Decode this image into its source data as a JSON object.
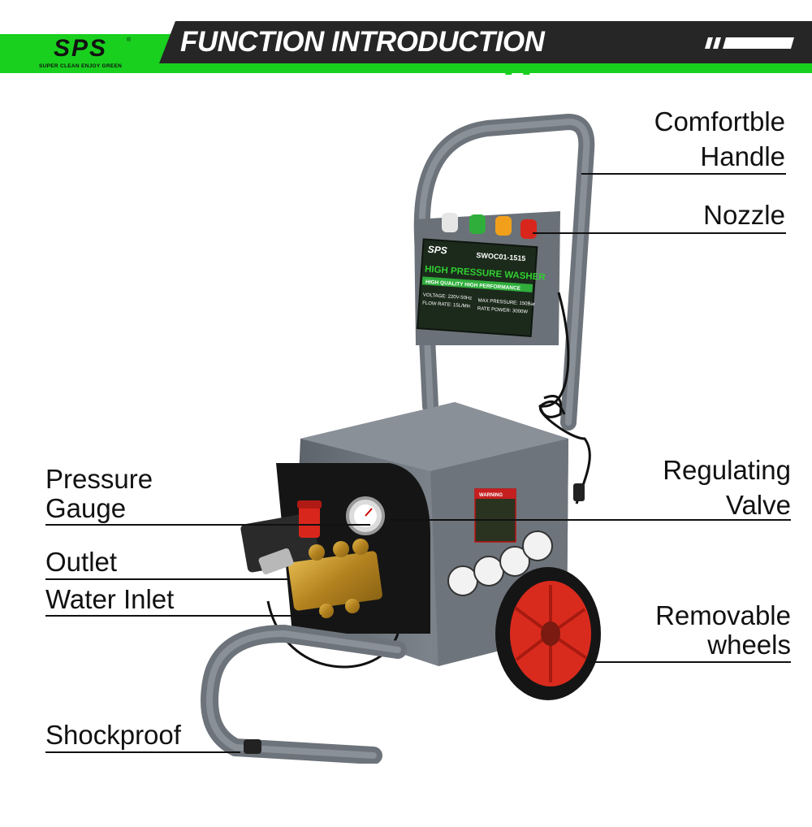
{
  "header": {
    "title": "FUNCTION INTRODUCTION",
    "accent_color": "#19d01e",
    "band_color": "#262626"
  },
  "logo": {
    "brand": "SPS",
    "registered": "®",
    "tagline": "SUPER CLEAN  ENJOY GREEN"
  },
  "machine_panel": {
    "brand": "SPS",
    "model": "SWOC01-1515",
    "product_name": "HIGH PRESSURE WASHER",
    "slogan": "HIGH QUALITY HIGH PERFORMANCE",
    "voltage": "VOLTAGE: 220V-50Hz",
    "max_pressure": "MAX PRESSURE: 150Bar",
    "flow_rate": "FLOW RATE: 15L/Min",
    "rate_power": "RATE POWER: 3000W",
    "warning": "WARNING"
  },
  "callouts": {
    "handle": {
      "line1": "Comfortble",
      "line2": "Handle"
    },
    "nozzle": {
      "line1": "Nozzle"
    },
    "regulating_valve": {
      "line1": "Regulating",
      "line2": "Valve"
    },
    "removable_wheels": {
      "line1": "Removable",
      "line2": "wheels"
    },
    "pressure_gauge": {
      "line1": "Pressure",
      "line2": "Gauge"
    },
    "outlet": {
      "line1": "Outlet"
    },
    "water_inlet": {
      "line1": "Water Inlet"
    },
    "shockproof": {
      "line1": "Shockproof"
    }
  },
  "nozzle_colors": [
    "#e6e6e6",
    "#2fae3c",
    "#f2a01c",
    "#d9261c"
  ]
}
